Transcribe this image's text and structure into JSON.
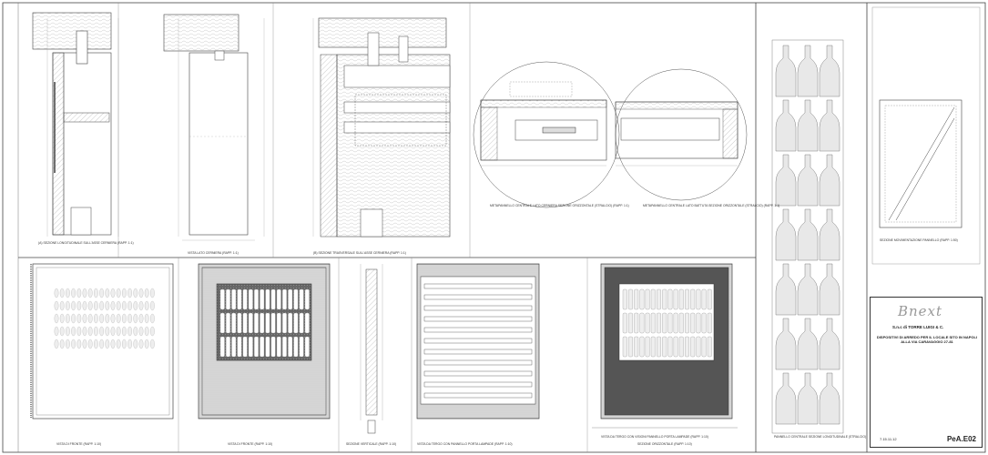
{
  "title_block": {
    "logo": "Bnext",
    "company": "S.n.c di TORRE LUIGI & C.",
    "project_line1": "DISPOSITIVI DI ARREDO PER IL LOCALE SITO IN NAPOLI",
    "project_line2": "ALLA VIA CARAVAGGIO 27-81",
    "date": "7.15.11.12",
    "drawing_code": "PeA.E02"
  },
  "view_labels": {
    "v1": "(A) SEZIONE LONGITUDINALE SULL'ASSE CERNIERA (RAPP. 1:1)",
    "v2": "VISTA LATO CERNIERA (RAPP. 1:1)",
    "v3": "(B) SEZIONE TRASVERSALE SULL'ASSE CERNIERA (RAPP. 1:1)",
    "v4": "METAPANNELLO CENTRALE LATO CERNIERA SEZIONE ORIZZONTALE (STRALCIO) (RAPP. 1:1)",
    "v5": "METAPANNELLO CENTRALE LATO BATTUTA SEZIONE ORIZZONTALE (STRALCIO) (RAPP. 1:1)",
    "v6": "PANNELLO CENTRALE SEZIONE LONGITUDINALE (STRALCIO)",
    "v7": "SEZIONE MOVIMENTAZIONE PANNELLO (RAPP. 1:50)",
    "v8": "VISTA DI FRONTE (RAPP. 1:10)",
    "v9": "VISTA DI FRONTE (RAPP. 1:10)",
    "v10": "SEZIONE VERTICALE (RAPP. 1:10)",
    "v11": "VISTA DA TERGO CON PANNELLO PORTA LAMPADE (RAPP. 1:10)",
    "v12": "VISTA DA TERGO CON VISIONI PANNELLO PORTA LAMPADE (RAPP. 1:10)",
    "v13": "SEZIONE ORIZZONTALE (RAPP. 1:10)"
  }
}
